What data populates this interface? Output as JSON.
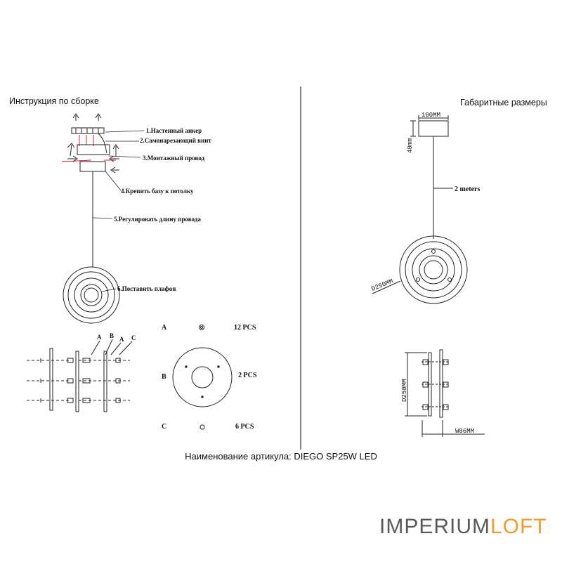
{
  "header": {
    "assembly_title": "Инструкция по сборке",
    "dimensions_title": "Габаритные размеры"
  },
  "steps": [
    "1.Настенный анкер",
    "2.Самонарезающий винт",
    "3.Монтажный провод",
    "4.Крепить базу к потолку",
    "5.Регулировать длину провода",
    "6.Поставить плафон"
  ],
  "parts": [
    {
      "letter": "A",
      "qty": "12 PCS"
    },
    {
      "letter": "B",
      "qty": "2 PCS"
    },
    {
      "letter": "C",
      "qty": "6 PCS"
    }
  ],
  "explode_labels": [
    "A",
    "B",
    "A",
    "C"
  ],
  "dimensions": {
    "base_width": "100MM",
    "base_height": "40mm",
    "cable_length": "2 meters",
    "diameter": "D250MM",
    "side_diameter": "D250MM",
    "depth": "W86MM"
  },
  "footer": {
    "article": "Наименование артикула: DIEGO SP25W LED",
    "brand_part1": "IMPERIUM",
    "brand_part2": "LOFT"
  },
  "colors": {
    "brand_gray": "#5a5a5a",
    "brand_orange": "#f39a30",
    "accent_red": "#e0203a"
  }
}
